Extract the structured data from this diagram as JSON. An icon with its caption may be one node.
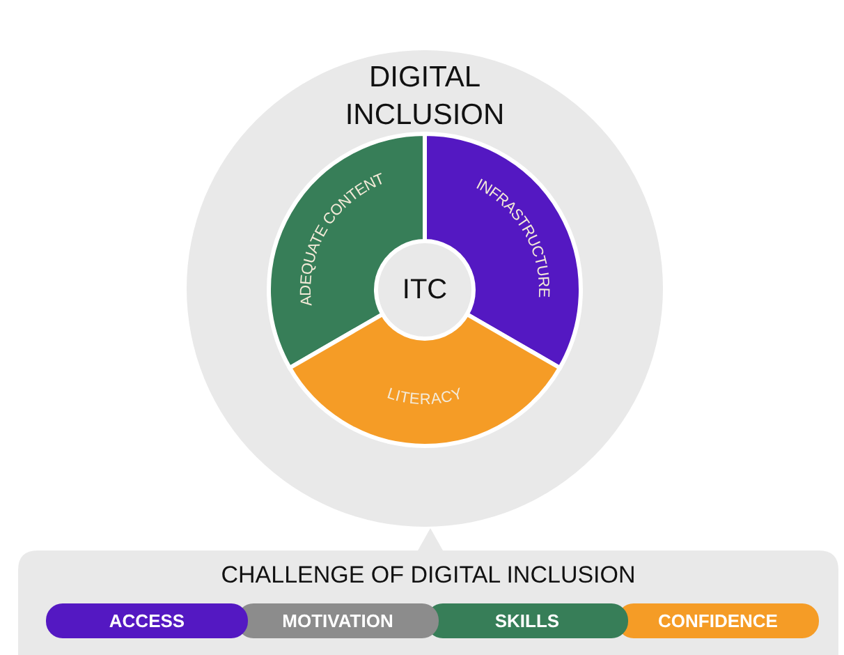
{
  "diagram": {
    "nodes": [
      {
        "text": [
          "DIGITAL INCLUSION"
        ]
      },
      {
        "text": [
          "ADEQUATE CONTENT"
        ],
        "in": 0
      },
      {
        "text": [
          "INFRASTRUCTURE"
        ],
        "in": 0
      },
      {
        "text": [
          "LITERACY"
        ],
        "in": 0
      },
      {
        "text": [
          "ITC"
        ],
        "in": 0
      },
      {
        "text": [
          "CHALLENGE OF DIGITAL INCLUSION"
        ]
      },
      {
        "text": [
          "ACCESS"
        ],
        "in": 5
      },
      {
        "text": [
          "MOTIVATION"
        ],
        "in": 5
      },
      {
        "text": [
          "SKILLS"
        ],
        "in": 5
      },
      {
        "text": [
          "CONFIDENCE"
        ],
        "in": 5
      }
    ],
    "edges": []
  }
}
